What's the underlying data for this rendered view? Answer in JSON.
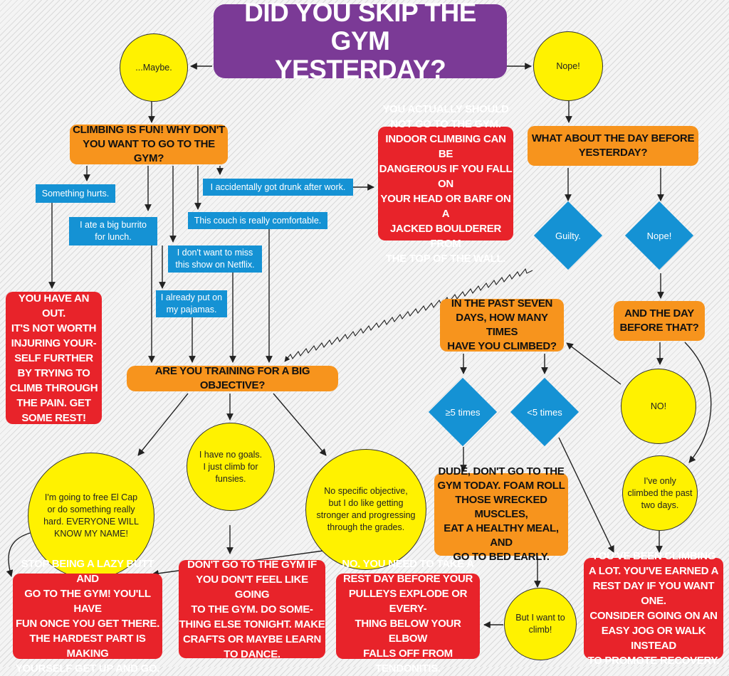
{
  "colors": {
    "purple": "#7b3a96",
    "orange": "#f7941d",
    "red": "#e8232a",
    "blue": "#1592d4",
    "yellow": "#fff200"
  },
  "title": "DID YOU SKIP THE GYM\nYESTERDAY?",
  "circles": {
    "maybe": "...Maybe.",
    "nope_top": "Nope!",
    "no_caps": "NO!",
    "only_two_days": "I've only\nclimbed the past\ntwo days.",
    "free_el_cap": "I'm going to free El Cap\nor do something really\nhard. EVERYONE WILL\nKNOW MY NAME!",
    "no_goals": "I have no goals.\nI just climb for\nfunsies.",
    "no_specific": "No specific objective,\nbut I do like getting\nstronger and progressing\nthrough the grades.",
    "want_to_climb": "But I want to\nclimb!"
  },
  "diamonds": {
    "guilty": "Guilty.",
    "nope": "Nope!",
    "five_plus": "≥5 times",
    "less_five": "<5 times"
  },
  "orange": {
    "climbing_fun": "CLIMBING IS FUN! WHY DON'T\nYOU WANT TO GO TO THE GYM?",
    "day_before": "WHAT ABOUT THE DAY BEFORE\nYESTERDAY?",
    "and_day_before": "AND THE DAY\nBEFORE THAT?",
    "past_seven": "IN THE PAST SEVEN\nDAYS, HOW MANY TIMES\nHAVE YOU CLIMBED?",
    "training": "ARE YOU TRAINING FOR A BIG OBJECTIVE?",
    "dude": "DUDE, DON'T GO TO THE\nGYM TODAY. FOAM ROLL\nTHOSE WRECKED MUSCLES,\nEAT A HEALTHY MEAL, AND\nGO TO BED EARLY."
  },
  "red": {
    "shouldnt": "YOU ACTUALLY SHOULD\nNOT GO TO THE GYM.\nINDOOR CLIMBING CAN BE\nDANGEROUS IF YOU FALL ON\nYOUR HEAD OR BARF ON A\nJACKED BOULDERER FROM\nTHE TOP OF THE WALL.",
    "out": "YOU HAVE AN OUT.\nIT'S NOT WORTH\nINJURING YOUR-\nSELF FURTHER\nBY TRYING TO\nCLIMB THROUGH\nTHE PAIN. GET\nSOME REST!",
    "lazy": "STOP BEING A LAZY BUTT AND\nGO TO THE GYM! YOU'LL HAVE\nFUN ONCE YOU GET THERE.\nTHE HARDEST PART IS MAKING\nYOURSELF GET UP AND GO.",
    "dont_feel": "DON'T GO TO THE GYM IF\nYOU DON'T FEEL LIKE GOING\nTO THE GYM. DO SOME-\nTHING ELSE TONIGHT. MAKE\nCRAFTS OR MAYBE LEARN\nTO DANCE.",
    "rest_day": "NO. YOU NEED TO TAKE A\nREST DAY BEFORE YOUR\nPULLEYS EXPLODE OR EVERY-\nTHING BELOW YOUR ELBOW\nFALLS OFF FROM TENDONITIS.",
    "earned": "YOU'VE BEEN CLIMBING\nA LOT. YOU'VE EARNED A\nREST DAY IF YOU WANT ONE.\nCONSIDER GOING ON AN\nEASY JOG OR WALK INSTEAD\nTO PROMOTE RECOVERY."
  },
  "blue": {
    "hurts": "Something hurts.",
    "burrito": "I ate a big burrito\nfor lunch.",
    "drunk": "I accidentally got drunk after work.",
    "couch": "This couch is really comfortable.",
    "netflix": "I don't want to miss\nthis show on Netflix.",
    "pajamas": "I already put on\nmy pajamas."
  }
}
